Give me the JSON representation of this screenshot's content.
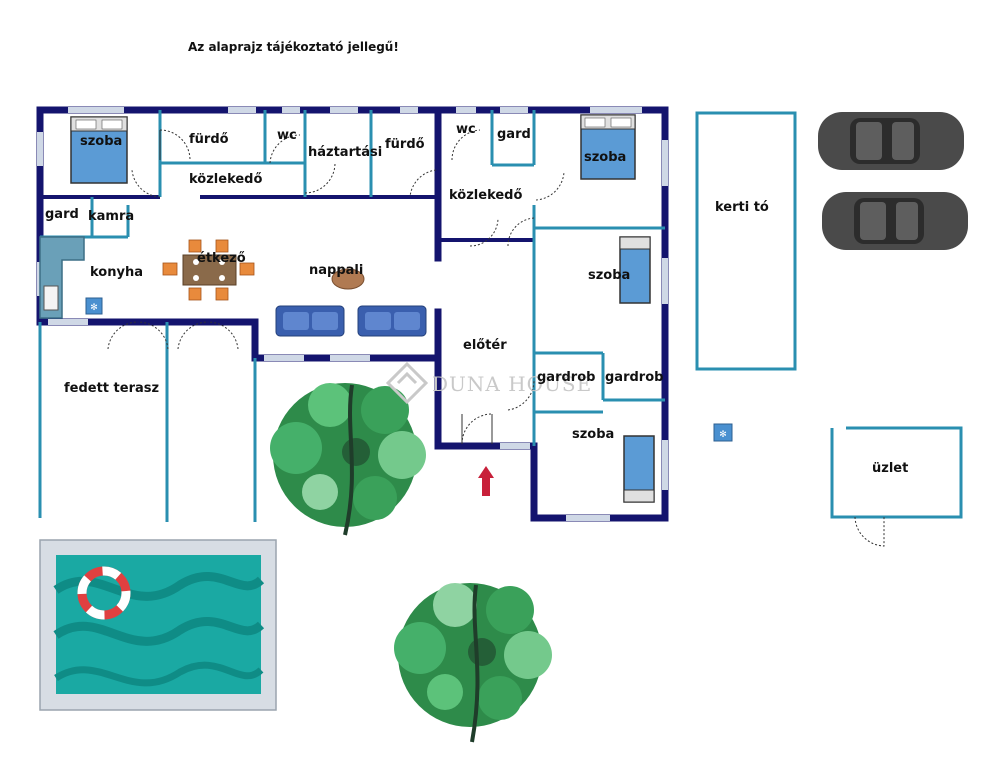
{
  "disclaimer": "Az alaprajz tájékoztató jellegű!",
  "watermark": "DUNA HOUSE",
  "rooms": {
    "bedroom_nw": "szoba",
    "bath_1": "fürdő",
    "wc_1": "wc",
    "utility": "háztartási",
    "bath_2": "fürdő",
    "wc_2": "wc",
    "gard_ne": "gard",
    "bedroom_ne": "szoba",
    "corridor_west": "közlekedő",
    "corridor_center": "közlekedő",
    "gard_w": "gard",
    "pantry": "kamra",
    "dining": "étkező",
    "kitchen": "konyha",
    "living": "nappali",
    "bedroom_e": "szoba",
    "hall": "előtér",
    "wardrobe_1": "gardrob",
    "wardrobe_2": "gardrob",
    "bedroom_se": "szoba",
    "terrace": "fedett terasz"
  },
  "outside": {
    "pond": "kerti tó",
    "shop": "üzlet"
  },
  "colors": {
    "wall": "#14146e",
    "window": "#cfd8e6",
    "partition": "#2a8fb0",
    "bed": "#5b9bd5",
    "pool": "#1aa9a3",
    "tree": "#3aa15a",
    "sofa": "#3a5fae",
    "arrow": "#c8203a"
  }
}
